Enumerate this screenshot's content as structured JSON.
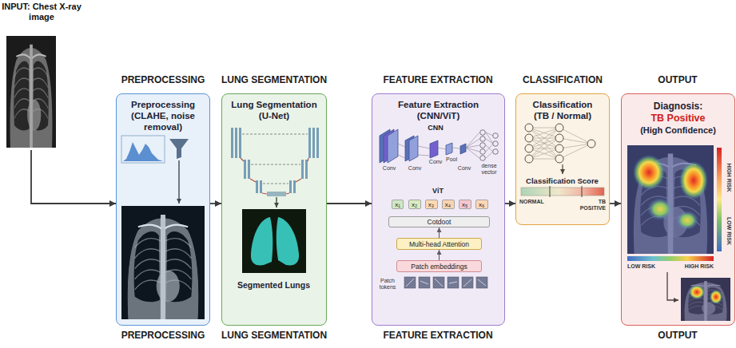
{
  "diagram": {
    "nodes": [
      {
        "text": [
          "INPUT: Chest X-ray image"
        ]
      },
      {
        "text": [
          "Preprocessing (CLAHE, noise removal)"
        ]
      },
      {
        "text": [
          "Lung Segmentation (U-Net)",
          "Segmented Lungs"
        ]
      },
      {
        "text": [
          "Feature Extraction (CNN/ViT)"
        ]
      },
      {
        "text": [
          "x₁"
        ],
        "in": 3
      },
      {
        "text": [
          "x₂"
        ],
        "in": 3
      },
      {
        "text": [
          "x₃"
        ],
        "in": 3
      },
      {
        "text": [
          "x₄"
        ],
        "in": 3
      },
      {
        "text": [
          "x₅"
        ],
        "in": 3
      },
      {
        "text": [
          "x₆"
        ],
        "in": 3
      },
      {
        "text": [
          "Cotdoot"
        ],
        "in": 3
      },
      {
        "text": [
          "Multi-head Attention"
        ],
        "in": 3
      },
      {
        "text": [
          "Patch embeddings"
        ],
        "in": 3
      },
      {
        "text": [
          "Classification (TB / Normal)",
          "Classification Score"
        ]
      },
      {
        "text": [
          "Diagnosis:",
          "TB Positive",
          "(High Confidence)"
        ]
      }
    ],
    "edges": [
      {
        "from": 0,
        "to": 1,
        "arrow": "to"
      },
      {
        "from": 1,
        "to": 2,
        "arrow": "to"
      },
      {
        "from": 2,
        "to": 3,
        "arrow": "to"
      },
      {
        "from": 3,
        "to": 13,
        "arrow": "to"
      },
      {
        "from": 13,
        "to": 14,
        "arrow": "to"
      },
      {
        "from": 12,
        "to": 11,
        "arrow": "to"
      },
      {
        "from": 11,
        "to": 10,
        "arrow": "to"
      }
    ],
    "labels": [
      "PREPROCESSING",
      "LUNG SEGMENTATION",
      "FEATURE EXTRACTION",
      "CLASSIFICATION",
      "OUTPUT",
      "CNN",
      "Conv",
      "Conv",
      "Conv",
      "Pool",
      "Conv",
      "dense vector",
      "ViT",
      "Patch tokens",
      "NORMAL",
      "TB POSITIVE",
      "HIGH RISK",
      "LOW RISK",
      "LOW RISK",
      "HIGH RISK",
      "PREPROCESSING",
      "LUNG SEGMENTATION",
      "FEATURE EXTRACTION",
      "OUTPUT"
    ]
  }
}
